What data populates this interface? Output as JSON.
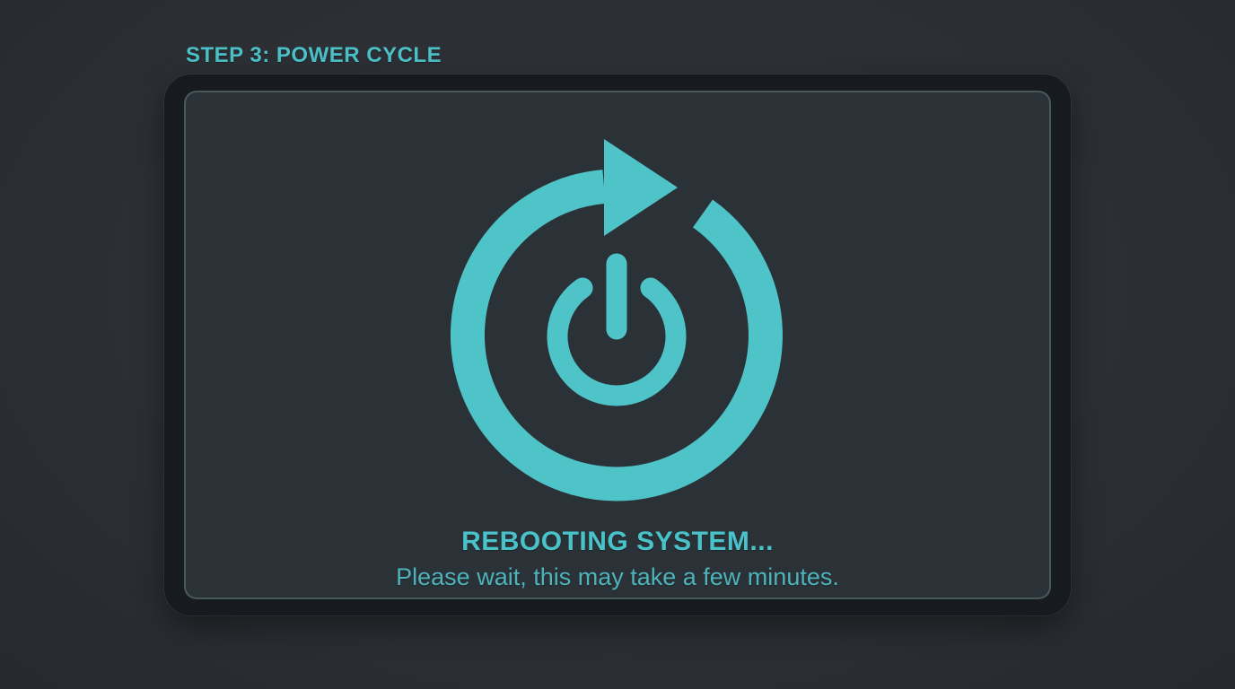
{
  "page": {
    "step_label": "STEP 3: POWER CYCLE"
  },
  "screen": {
    "status_title": "REBOOTING SYSTEM...",
    "status_subtitle": "Please wait, this may take a few minutes."
  },
  "icon": {
    "name": "power-cycle-icon",
    "description": "circular reboot arrow around a power symbol"
  },
  "colors": {
    "accent": "#4ec4c9",
    "step_title": "#4cc0c7",
    "status_title": "#49c2c9",
    "status_subtitle": "#4fb3bb",
    "page_background": "#2c2f34",
    "bezel": "#171b1f",
    "screen_background": "#2b3237",
    "screen_border": "#46565c"
  }
}
